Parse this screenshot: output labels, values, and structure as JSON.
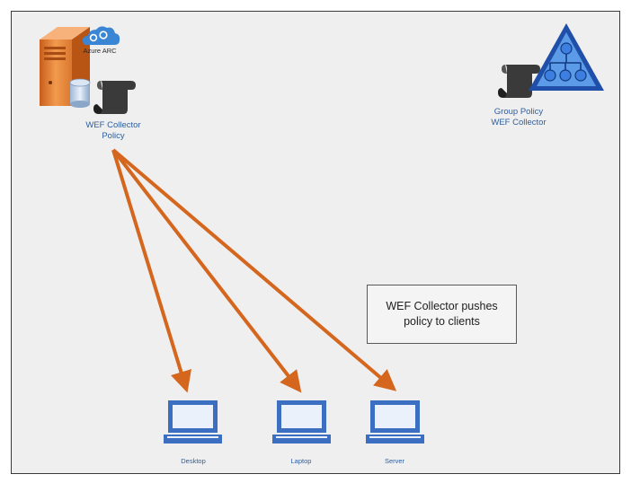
{
  "server": {
    "cloud_label": "Azure ARC",
    "policy_label_line1": "WEF Collector",
    "policy_label_line2": "Policy"
  },
  "group_policy": {
    "label_line1": "Group Policy",
    "label_line2": "WEF Collector"
  },
  "note": {
    "line1": "WEF Collector pushes",
    "line2": "policy to clients"
  },
  "clients": [
    {
      "label": "Desktop"
    },
    {
      "label": "Laptop"
    },
    {
      "label": "Server"
    }
  ],
  "colors": {
    "arrow": "#d4661e",
    "device_blue": "#3c6fc2",
    "label_blue": "#2e5e9e",
    "server_orange": "#e5843c",
    "gp_triangle": "#1f5fbf"
  }
}
